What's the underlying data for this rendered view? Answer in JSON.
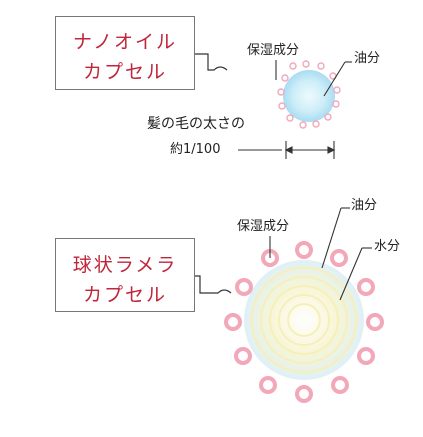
{
  "nano": {
    "label_line1": "ナノオイル",
    "label_line2": "カプセル",
    "moisture_label": "保湿成分",
    "oil_label": "油分"
  },
  "hair": {
    "caption": "髪の毛の太さの",
    "size": "約1/100"
  },
  "lamellar": {
    "label_line1": "球状ラメラ",
    "label_line2": "カプセル",
    "moisture_label": "保湿成分",
    "oil_label": "油分",
    "water_label": "水分"
  },
  "colors": {
    "label_red": "#c0263a",
    "capsule_blue": "#bfe6f6",
    "ring_yellow": "#f6f2c4",
    "dot_pink": "#f2a8b8"
  }
}
